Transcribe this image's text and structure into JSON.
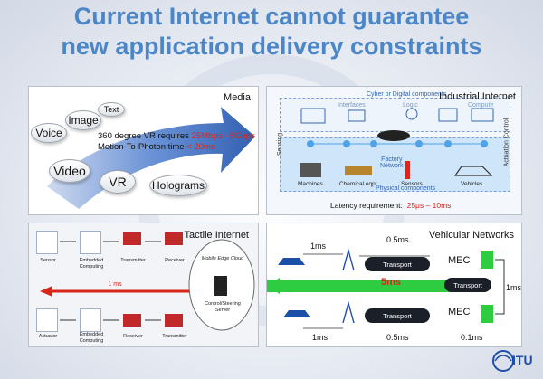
{
  "title_line1": "Current Internet cannot guarantee",
  "title_line2": "new application delivery constraints",
  "media": {
    "title": "Media",
    "bubbles": [
      "Voice",
      "Image",
      "Text",
      "Video",
      "VR",
      "Holograms"
    ],
    "req_line1_prefix": "360 degree VR requires ",
    "req_line1_value": "25Mbps - 5Gbps",
    "req_line2_prefix": "Motion-To-Photon time ",
    "req_line2_value": "< 20ms"
  },
  "industrial": {
    "title": "Industrial Internet",
    "top_label": "Cyber or Digital components",
    "interfaces": "Interfaces",
    "logic": "Logic",
    "compute": "Compute",
    "factory_network": "Factory\nNetwork",
    "physical_components": "Physical components",
    "sensing": "Sensing",
    "actuation": "Actuation Control",
    "nodes": [
      "Machines",
      "Chemical eqpt",
      "Sensors",
      "Vehicles"
    ],
    "latency_label": "Latency requirement:",
    "latency_value": "25μs – 10ms"
  },
  "tactile": {
    "title": "Tactile Internet",
    "top_row": [
      "Sensor",
      "Embedded\nComputing",
      "Transmitter",
      "Receiver"
    ],
    "bottom_row": [
      "Actuator",
      "Embedded\nComputing",
      "Receiver",
      "Transmitter"
    ],
    "cloud_label": "Mobile Edge Cloud",
    "server_label": "Control/Steering\nServer",
    "latency": "1 ms"
  },
  "vehicular": {
    "title": "Vehicular Networks",
    "top_left_ms": "1ms",
    "top_mid_ms": "0.5ms",
    "center_ms": "5ms",
    "right_ms": "1ms",
    "bottom_left_ms": "1ms",
    "bottom_mid_ms": "0.5ms",
    "bottom_right_ms": "0.1ms",
    "transport_label": "Transport",
    "mec_label": "MEC"
  },
  "logo_text": "ITU",
  "colors": {
    "title": "#4a86c8",
    "accent_red": "#d9261c",
    "green": "#2ecc40"
  }
}
